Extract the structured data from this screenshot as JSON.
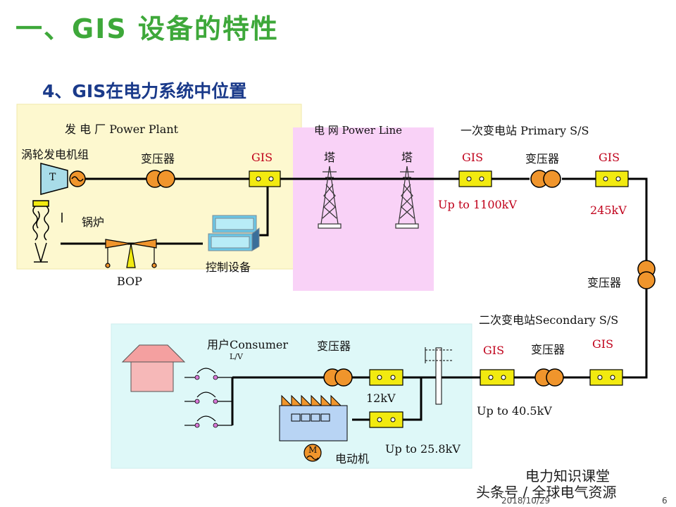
{
  "title": "一、GIS 设备的特性",
  "subtitle": "4、GIS在电力系统中位置",
  "sections": {
    "power_plant": "发 电 厂 Power Plant",
    "power_line": "电  网 Power Line",
    "primary_ss": "一次变电站 Primary  S/S",
    "secondary_ss": "二次变电站Secondary S/S",
    "consumer": "用户Consumer"
  },
  "labels": {
    "turbine_generator": "涡轮发电机组",
    "turbine_letter": "T",
    "transformer_plant": "变压器",
    "gis_plant": "GIS",
    "boiler": "锅炉",
    "bop": "BOP",
    "control_equipment": "控制设备",
    "tower_1": "塔",
    "tower_2": "塔",
    "gis_primary_in": "GIS",
    "transformer_primary": "变压器",
    "gis_primary_out": "GIS",
    "primary_voltage_in": "Up to  1100kV",
    "primary_voltage_out": "245kV",
    "transformer_link": "变压器",
    "gis_secondary_out": "GIS",
    "transformer_secondary": "变压器",
    "gis_secondary_in": "GIS",
    "secondary_voltage": "Up to 40.5kV",
    "transformer_consumer": "变压器",
    "lv": "L/V",
    "voltage_12": "12kV",
    "voltage_25": "Up to 25.8kV",
    "motor_letter": "M",
    "motor": "电动机"
  },
  "watermark": {
    "channel": "电力知识课堂",
    "source": "头条号 / 全球电气资源",
    "date": "2018/10/29",
    "page": "6"
  },
  "colors": {
    "title": "#3ea83a",
    "subtitle": "#1a3a8a",
    "power_plant_bg": "#fdf8cf",
    "power_line_bg": "#f9d2f7",
    "consumer_bg": "#def8f8",
    "gis_fill": "#f2ea10",
    "transformer_fill": "#f0952c",
    "voltage_text": "#c0001a"
  },
  "icons": [
    "turbine-icon",
    "generator-icon",
    "transformer-icon",
    "gis-icon",
    "tower-icon",
    "boiler-icon",
    "control-equipment-icon",
    "house-icon",
    "factory-icon",
    "motor-icon",
    "switch-icon",
    "pole-icon"
  ]
}
